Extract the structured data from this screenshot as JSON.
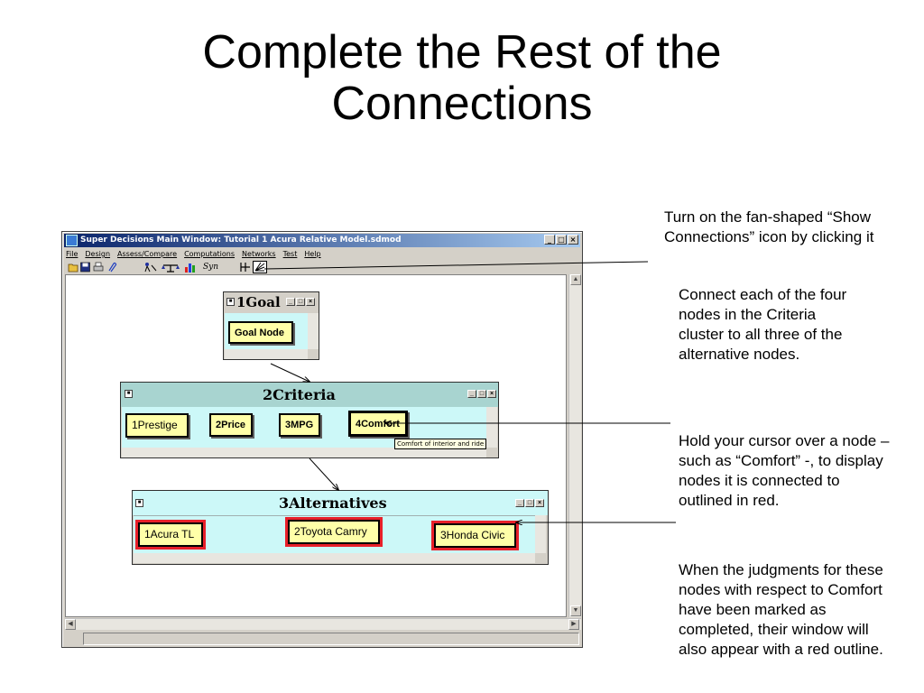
{
  "slide": {
    "title_line1": "Complete the Rest of the",
    "title_line2": "Connections"
  },
  "notes": {
    "show_connections": "Turn on the fan-shaped “Show Connections” icon by clicking it",
    "connect_nodes": "Connect each of the four nodes in the Criteria cluster to all three of the alternative nodes.",
    "hover": "Hold your cursor over a node – such as “Comfort” -, to display nodes it is connected to outlined in red.",
    "judgments": "When the judgments for these nodes with respect to Comfort have been marked as completed, their window will also appear with a red outline."
  },
  "window": {
    "title": "Super Decisions Main Window: Tutorial 1 Acura Relative Model.sdmod",
    "controls": [
      "_",
      "□",
      "×"
    ],
    "menu": [
      "File",
      "Design",
      "Assess/Compare",
      "Computations",
      "Networks",
      "Test",
      "Help"
    ],
    "toolbar": {
      "open_icon": "folder-open-icon",
      "save_icon": "save-icon",
      "print_icon": "print-icon",
      "attach_icon": "paperclip-icon",
      "syn_label": "Syn",
      "connections_icon": "fan-connections-icon"
    }
  },
  "clusters": {
    "goal": {
      "title": "1Goal",
      "nodes": [
        "Goal Node"
      ]
    },
    "criteria": {
      "title": "2Criteria",
      "nodes": [
        "1Prestige",
        "2Price",
        "3MPG",
        "4Comfort"
      ],
      "tooltip": "Comfort of interior and ride"
    },
    "alternatives": {
      "title": "3Alternatives",
      "nodes": [
        "1Acura TL",
        "2Toyota Camry",
        "3Honda Civic"
      ]
    }
  },
  "colors": {
    "node_fill": "#ffffa8",
    "cluster_fill": "#ccf8f8",
    "highlight_outline": "#e8202a",
    "titlebar": "#0a246a"
  }
}
